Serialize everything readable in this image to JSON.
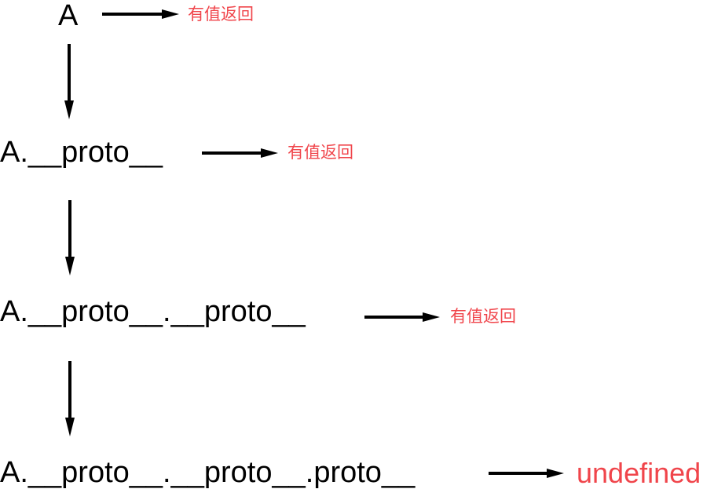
{
  "colors": {
    "text": "#000000",
    "result": "#f0454b",
    "arrow": "#000000"
  },
  "nodes": [
    "A",
    "A.__proto__",
    "A.__proto__.__proto__",
    "A.__proto__.__proto__.proto__"
  ],
  "results": [
    "有值返回",
    "有值返回",
    "有值返回",
    "undefined"
  ]
}
